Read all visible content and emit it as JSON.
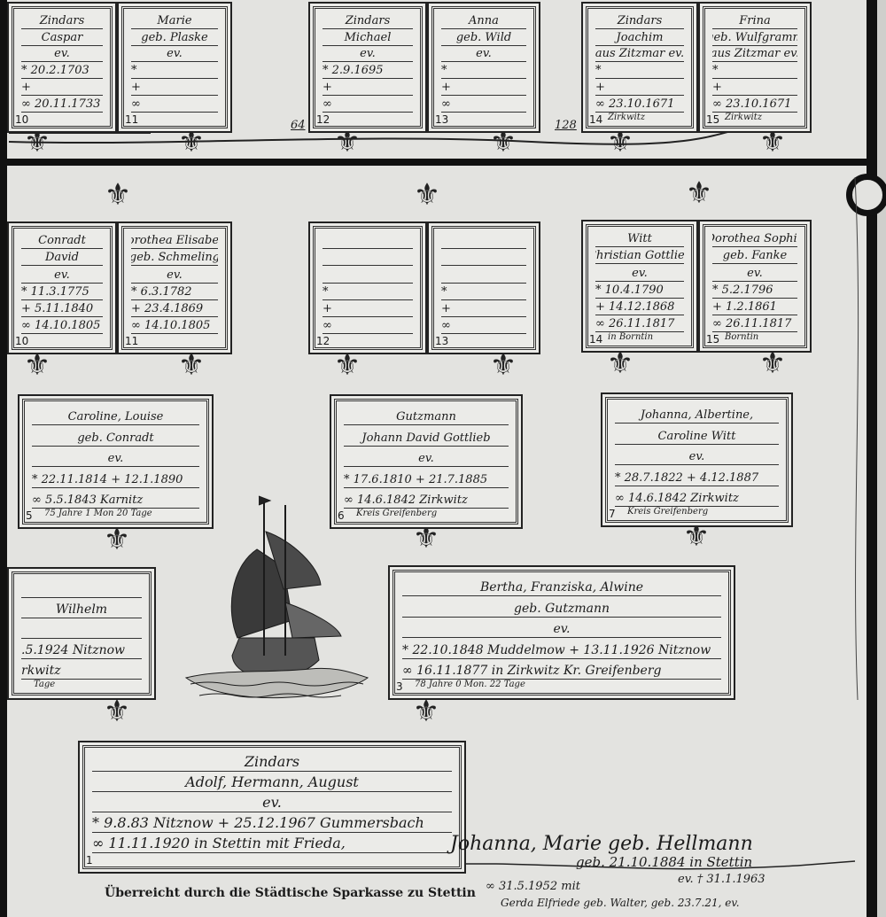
{
  "cards": [
    {
      "num": "10",
      "lines": [
        "Zindars",
        "Caspar",
        "ev.",
        "* 20.2.1703",
        "+",
        "∞ 20.11.1733"
      ],
      "note": ""
    },
    {
      "num": "11",
      "lines": [
        "Marie",
        "geb. Plaske",
        "ev.",
        "*",
        "+",
        "∞"
      ],
      "note": ""
    },
    {
      "num": "12",
      "lines": [
        "Zindars",
        "Michael",
        "ev.",
        "* 2.9.1695",
        "+",
        "∞"
      ],
      "note": ""
    },
    {
      "num": "13",
      "lines": [
        "Anna",
        "geb. Wild",
        "ev.",
        "*",
        "+",
        "∞"
      ],
      "note": ""
    },
    {
      "num": "14",
      "lines": [
        "Zindars",
        "Joachim",
        "aus Zitzmar ev.",
        "*",
        "+",
        "∞ 23.10.1671"
      ],
      "note": "Zirkwitz"
    },
    {
      "num": "15",
      "lines": [
        "Frina",
        "geb. Wulfgramm",
        "aus Zitzmar ev.",
        "*",
        "+",
        "∞ 23.10.1671"
      ],
      "note": "Zirkwitz"
    },
    {
      "num": "10",
      "lines": [
        "Conradt",
        "David",
        "ev.",
        "* 11.3.1775",
        "+ 5.11.1840",
        "∞ 14.10.1805"
      ],
      "note": ""
    },
    {
      "num": "11",
      "lines": [
        "Dorothea Elisabeth",
        "geb. Schmeling",
        "ev.",
        "* 6.3.1782",
        "+ 23.4.1869",
        "∞ 14.10.1805"
      ],
      "note": ""
    },
    {
      "num": "12",
      "lines": [
        "",
        "",
        "",
        "*",
        "+",
        "∞"
      ],
      "note": ""
    },
    {
      "num": "13",
      "lines": [
        "",
        "",
        "",
        "*",
        "+",
        "∞"
      ],
      "note": ""
    },
    {
      "num": "14",
      "lines": [
        "Witt",
        "Christian Gottlieb",
        "ev.",
        "* 10.4.1790",
        "+ 14.12.1868",
        "∞ 26.11.1817"
      ],
      "note": "in Borntin"
    },
    {
      "num": "15",
      "lines": [
        "Dorothea Sophie",
        "geb. Fanke",
        "ev.",
        "* 5.2.1796",
        "+ 1.2.1861",
        "∞ 26.11.1817"
      ],
      "note": "Borntin"
    },
    {
      "num": "5",
      "lines": [
        "Caroline, Louise",
        "geb. Conradt",
        "ev.",
        "* 22.11.1814 + 12.1.1890",
        "∞ 5.5.1843 Karnitz"
      ],
      "note": "75 Jahre 1 Mon 20 Tage"
    },
    {
      "num": "6",
      "lines": [
        "Gutzmann",
        "Johann David Gottlieb",
        "ev.",
        "* 17.6.1810 + 21.7.1885",
        "∞ 14.6.1842 Zirkwitz"
      ],
      "note": "Kreis Greifenberg"
    },
    {
      "num": "7",
      "lines": [
        "Johanna, Albertine,",
        "Caroline Witt",
        "ev.",
        "* 28.7.1822 + 4.12.1887",
        "∞ 14.6.1842 Zirkwitz"
      ],
      "note": "Kreis Greifenberg"
    },
    {
      "num": "",
      "lines": [
        "",
        "Wilhelm",
        "",
        ".5.1924 Nitznow",
        "rkwitz"
      ],
      "note": "Tage"
    },
    {
      "num": "3",
      "lines": [
        "Bertha, Franziska, Alwine",
        "geb. Gutzmann",
        "ev.",
        "* 22.10.1848 Muddelmow + 13.11.1926 Nitznow",
        "∞ 16.11.1877 in Zirkwitz Kr. Greifenberg"
      ],
      "note": "78 Jahre 0 Mon. 22 Tage"
    },
    {
      "num": "1",
      "lines": [
        "Zindars",
        "Adolf, Hermann, August",
        "ev.",
        "* 9.8.83 Nitznow + 25.12.1967 Gummersbach",
        "∞ 11.11.1920 in Stettin mit Frieda,"
      ],
      "note": ""
    }
  ],
  "generation_labels": [
    "64",
    "128"
  ],
  "notes": {
    "spouse_name": "Johanna, Marie geb. Hellmann",
    "spouse_birth": "geb. 21.10.1884 in Stettin",
    "spouse_death": "ev. † 31.1.1963",
    "remarriage": "∞ 31.5.1952 mit",
    "second_spouse": "Gerda Elfriede geb. Walter, geb. 23.7.21, ev."
  },
  "footer": "Überreicht durch die Städtische Sparkasse zu Stettin"
}
